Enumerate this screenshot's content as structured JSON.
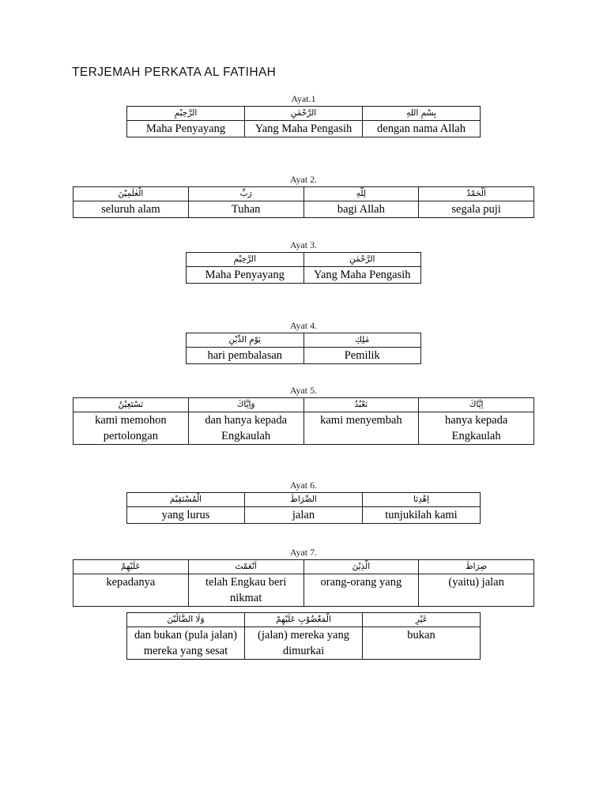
{
  "document": {
    "title": "TERJEMAH PERKATA AL FATIHAH"
  },
  "ayat_blocks": [
    {
      "id": "ayat-1",
      "label": "Ayat.1",
      "columns": 3,
      "arabic": [
        "الرَّحِيْمِ",
        "الرَّحْمٰنِ",
        "بِسْمِ اللهِ"
      ],
      "indonesian": [
        "Maha Penyayang",
        "Yang Maha Pengasih",
        "dengan nama Allah"
      ]
    },
    {
      "id": "ayat-2",
      "label": "Ayat 2.",
      "columns": 4,
      "arabic": [
        "الْعٰلَمِيْنَ",
        "رَبِّ",
        "لِلّٰهِ",
        "اَلْحَمْدُ"
      ],
      "indonesian": [
        "seluruh alam",
        "Tuhan",
        "bagi Allah",
        "segala puji"
      ]
    },
    {
      "id": "ayat-3",
      "label": "Ayat 3.",
      "columns": 2,
      "arabic": [
        "الرَّحِيْمِ",
        "الرَّحْمٰنِ"
      ],
      "indonesian": [
        "Maha Penyayang",
        "Yang Maha Pengasih"
      ]
    },
    {
      "id": "ayat-4",
      "label": "Ayat 4.",
      "columns": 2,
      "arabic": [
        "يَوْمِ الدِّيْنِ",
        "مٰلِكِ"
      ],
      "indonesian": [
        "hari pembalasan",
        "Pemilik"
      ]
    },
    {
      "id": "ayat-5",
      "label": "Ayat 5.",
      "columns": 4,
      "arabic": [
        "نَسْتَعِيْنُ",
        "وَاِيَّاكَ",
        "نَعْبُدُ",
        "اِيَّاكَ"
      ],
      "indonesian": [
        "kami memohon pertolongan",
        "dan hanya kepada Engkaulah",
        "kami menyembah",
        "hanya kepada Engkaulah"
      ]
    },
    {
      "id": "ayat-6",
      "label": "Ayat 6.",
      "columns": 3,
      "arabic": [
        "الْمُسْتَقِيْمَ",
        "الصِّرَاطَ",
        "اِهْدِنَا"
      ],
      "indonesian": [
        "yang lurus",
        "jalan",
        "tunjukilah kami"
      ]
    },
    {
      "id": "ayat-7",
      "label": "Ayat 7.",
      "columns": 4,
      "arabic": [
        "عَلَيْهِمْ",
        "اَنْعَمْتَ",
        "الَّذِيْنَ",
        "صِرَاطَ"
      ],
      "indonesian": [
        "kepadanya",
        "telah Engkau beri nikmat",
        "orang-orang yang",
        "(yaitu) jalan"
      ]
    },
    {
      "id": "ayat-7b",
      "label": "",
      "columns": 3,
      "arabic": [
        "وَلَا الضَّالِّيْنَ",
        "الْمَغْضُوْبِ عَلَيْهِمْ",
        "غَيْرِ"
      ],
      "indonesian": [
        "dan bukan (pula jalan) mereka yang sesat",
        "(jalan) mereka yang dimurkai",
        "bukan"
      ]
    }
  ],
  "style": {
    "text_color": "#000000",
    "border_color": "#1a1a1a",
    "background": "#ffffff"
  }
}
